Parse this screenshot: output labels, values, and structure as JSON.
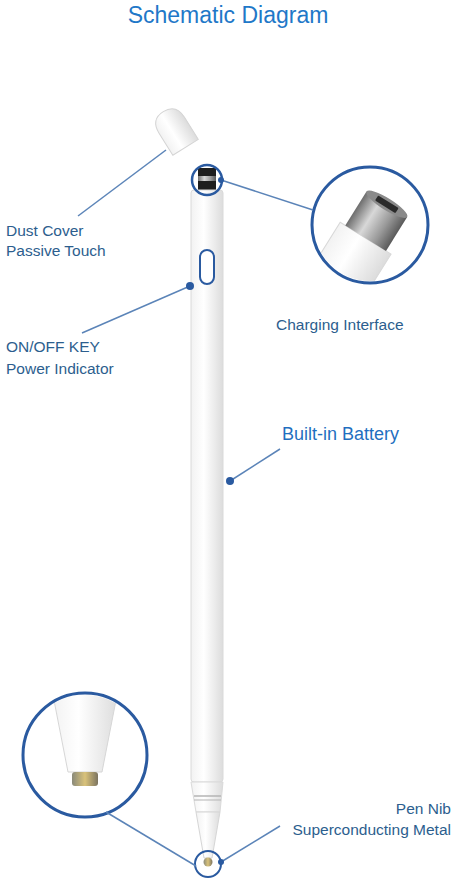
{
  "diagram": {
    "title": "Schematic Diagram",
    "labels": [
      "Dust Cover",
      "Passive Touch",
      "Charging Interface",
      "ON/OFF KEY",
      "Power Indicator",
      "Built-in Battery",
      "Pen Nib",
      "Superconducting Metal"
    ]
  }
}
